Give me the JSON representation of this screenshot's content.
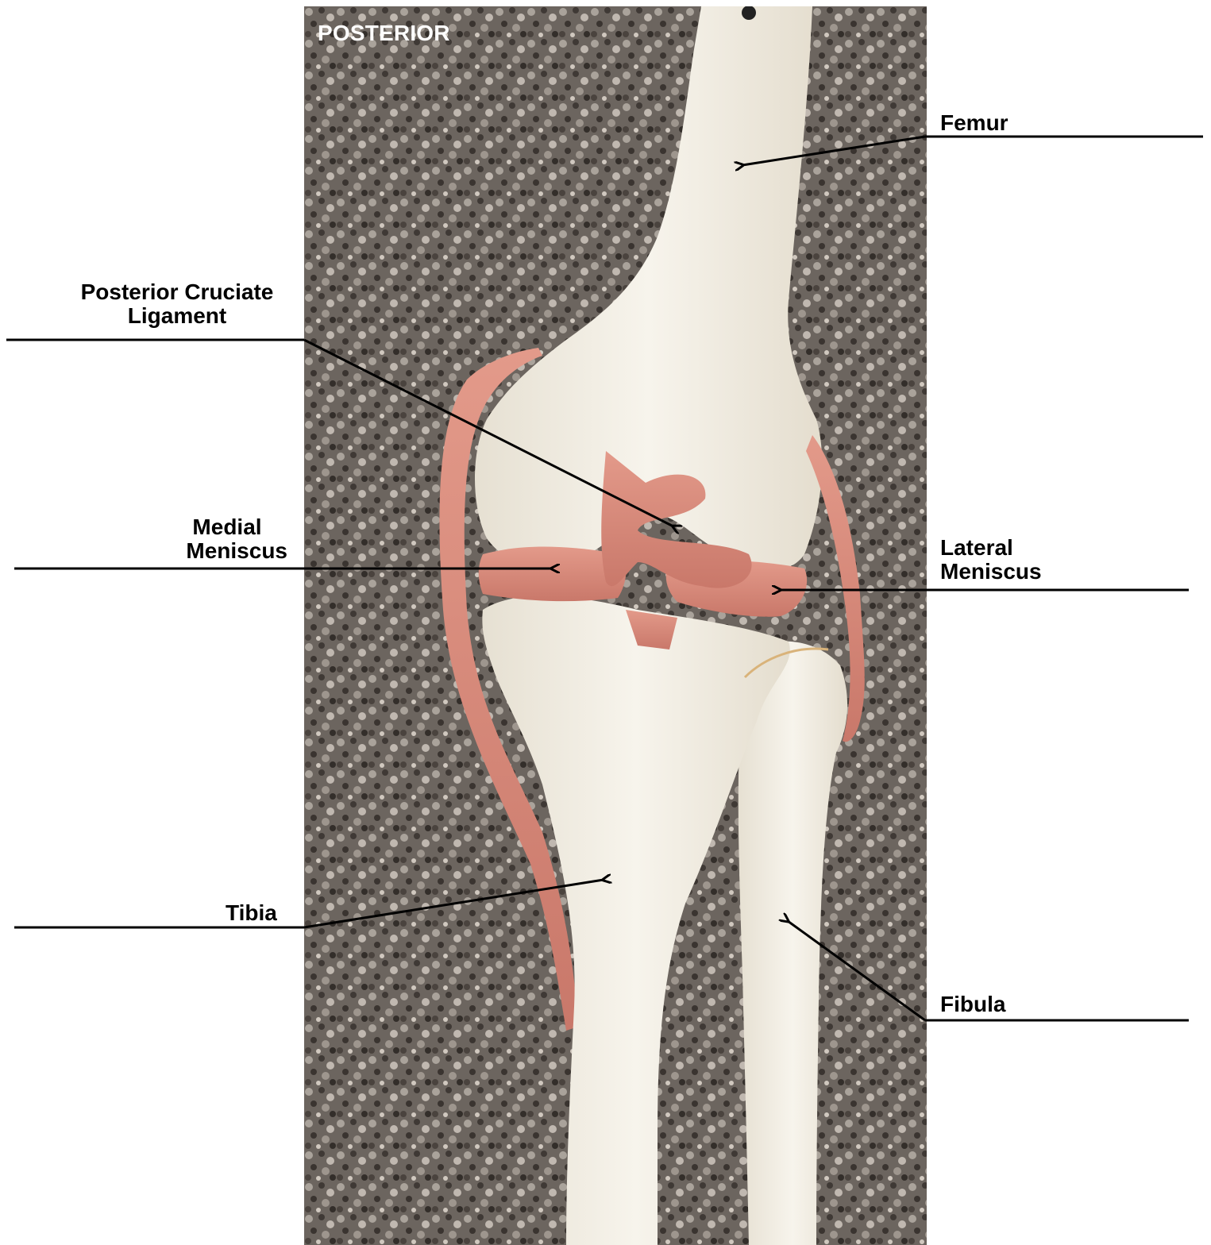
{
  "view_label": "POSTERIOR",
  "labels": {
    "femur": "Femur",
    "pcl": [
      "Posterior Cruciate",
      "Ligament"
    ],
    "medial_meniscus": [
      "Medial",
      "Meniscus"
    ],
    "lateral_meniscus": [
      "Lateral",
      "Meniscus"
    ],
    "tibia": "Tibia",
    "fibula": "Fibula"
  },
  "colors": {
    "bone": "#f3efe4",
    "ligament": "#d9897a",
    "carpet_dark": "#4a4440",
    "carpet_light": "#b8b0a8",
    "line": "#000000"
  }
}
